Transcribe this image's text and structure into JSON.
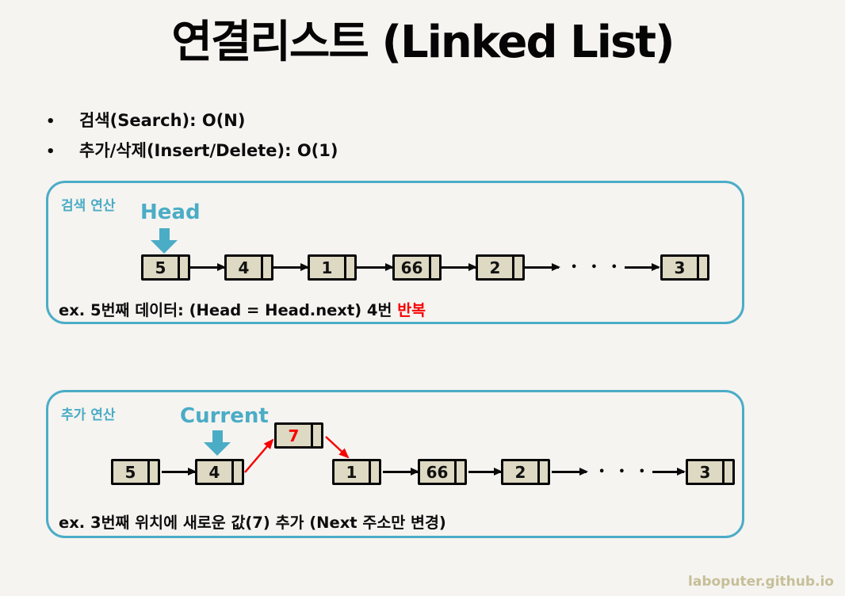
{
  "title": "연결리스트 (Linked List)",
  "bullets": {
    "marker": "•",
    "items": [
      "검색(Search): O(N)",
      "추가/삭제(Insert/Delete): O(1)"
    ]
  },
  "colors": {
    "accent_teal": "#4bacc6",
    "highlight_red": "#f70000",
    "node_fill": "#ddd9c3",
    "node_border": "#000000",
    "background": "#f5f4f1",
    "watermark": "#c6bf98"
  },
  "panels": [
    {
      "label": "검색 연산",
      "pointer_label": "Head",
      "nodes": [
        "5",
        "4",
        "1",
        "66",
        "2",
        "3"
      ],
      "ellipsis": "•••",
      "caption": {
        "prefix": "ex. 5번째 데이터: (Head = Head.next) 4번 ",
        "highlight": "반복"
      }
    },
    {
      "label": "추가 연산",
      "pointer_label": "Current",
      "nodes": [
        "5",
        "4",
        "1",
        "66",
        "2",
        "3"
      ],
      "inserted_node": "7",
      "ellipsis": "•••",
      "caption": {
        "prefix": "ex. 3번째 위치에 새로운 값(7) 추가 (Next 주소만 변경)",
        "highlight": ""
      }
    }
  ],
  "watermark": "laboputer.github.io"
}
